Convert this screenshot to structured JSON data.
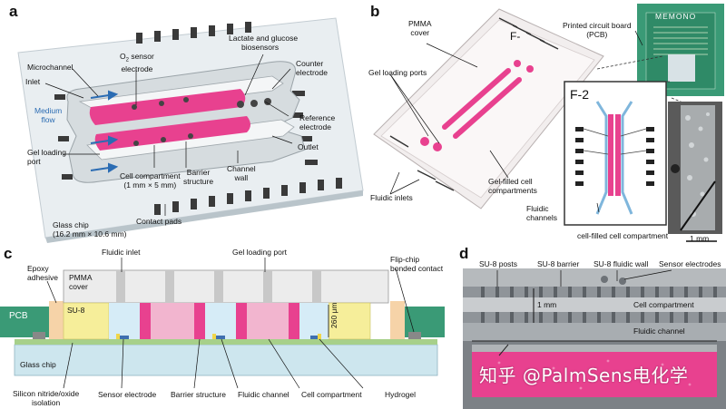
{
  "panels": {
    "a": {
      "label": "a",
      "inlet": "Inlet",
      "microchannel": "Microchannel",
      "o2_sensor": "O",
      "o2_sub": "2",
      "o2_sensor_rest": " sensor",
      "o2_electrode": "electrode",
      "lactate_1": "Lactate and glucose",
      "lactate_2": "biosensors",
      "counter_1": "Counter",
      "counter_2": "electrode",
      "medium_1": "Medium",
      "medium_2": "flow",
      "reference_1": "Reference",
      "reference_2": "electrode",
      "outlet": "Outlet",
      "gel_port_1": "Gel loading",
      "gel_port_2": "port",
      "cell_comp_1": "Cell compartment",
      "cell_comp_2": "(1 mm × 5 mm)",
      "barrier_1": "Barrier",
      "barrier_2": "structure",
      "channel_wall_1": "Channel",
      "channel_wall_2": "wall",
      "contact_pads": "Contact pads",
      "glass_chip_1": "Glass chip",
      "glass_chip_2": "(16.2 mm × 10.6 mm)"
    },
    "b": {
      "label": "b",
      "pmma_1": "PMMA",
      "pmma_2": "cover",
      "gel_ports": "Gel loading ports",
      "pcb_1": "Printed circuit board",
      "pcb_2": "(PCB)",
      "memono": "MEMONO",
      "f2_small": "F-",
      "f2": "F-2",
      "gel_filled_1": "Gel-filled cell",
      "gel_filled_2": "compartments",
      "fluidic_inlets": "Fluidic inlets",
      "fluidic_ch_1": "Fluidic",
      "fluidic_ch_2": "channels",
      "cell_filled": "cell-filled cell compartment",
      "scale": "1 mm"
    },
    "c": {
      "label": "c",
      "fluidic_inlet": "Fluidic inlet",
      "gel_port": "Gel loading port",
      "epoxy_1": "Epoxy",
      "epoxy_2": "adhesive",
      "pmma_1": "PMMA",
      "pmma_2": "cover",
      "flipchip_1": "Flip-chip",
      "flipchip_2": "bonded contact",
      "pcb": "PCB",
      "su8": "SU-8",
      "height": "260 μm",
      "glass": "Glass chip",
      "silicon_1": "Silicon nitride/oxide",
      "silicon_2": "isolation",
      "sensor_el": "Sensor electrode",
      "barrier": "Barrier structure",
      "fluidic_ch": "Fluidic channel",
      "cell_comp": "Cell compartment",
      "hydrogel": "Hydrogel"
    },
    "d": {
      "label": "d",
      "posts": "SU-8 posts",
      "barrier": "SU-8 barrier",
      "wall": "SU-8 fluidic wall",
      "sensors": "Sensor electrodes",
      "scale": "1 mm",
      "cell_comp": "Cell compartment",
      "fluidic_ch": "Fluidic channel"
    }
  },
  "watermark": "知乎 @PalmSens电化学",
  "colors": {
    "pink": "#e8418f",
    "blue": "#7fb6dc",
    "pcb_green": "#3a9a76",
    "su8_yellow": "#f6ee9a",
    "glass": "#cde6ee"
  }
}
